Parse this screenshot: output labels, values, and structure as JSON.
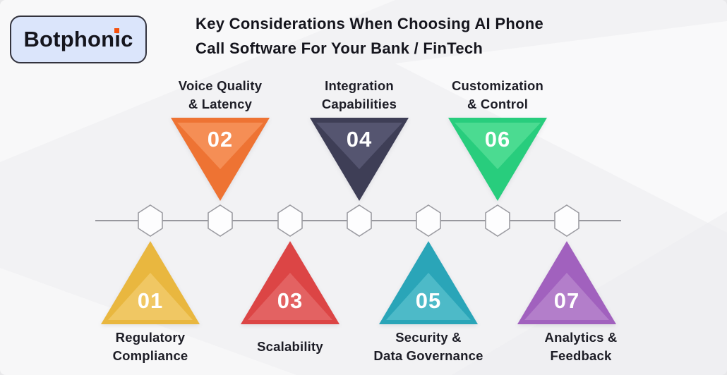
{
  "logo": {
    "text_before": "Botphon",
    "text_i": "i",
    "text_after": "c",
    "accent": "#f4500c"
  },
  "title": {
    "line1": "Key Considerations When Choosing AI Phone",
    "line2": "Call Software For Your Bank / FinTech"
  },
  "timeline": {
    "line_color": "#98989e",
    "hex_fill": "#fdfdfe",
    "hex_stroke": "#9c9ca2",
    "hexagon_count": 7
  },
  "items": [
    {
      "number": "01",
      "label_line1": "Regulatory",
      "label_line2": "Compliance",
      "position": "below",
      "color": "#e9b73f",
      "color_light": "#f0c763"
    },
    {
      "number": "02",
      "label_line1": "Voice Quality",
      "label_line2": "& Latency",
      "position": "above",
      "color": "#ee7333",
      "color_light": "#f58e55"
    },
    {
      "number": "03",
      "label_line1": "Scalability",
      "label_line2": "",
      "position": "below",
      "color": "#dc4545",
      "color_light": "#e36262"
    },
    {
      "number": "04",
      "label_line1": "Integration",
      "label_line2": "Capabilities",
      "position": "above",
      "color": "#3e3e56",
      "color_light": "#555570"
    },
    {
      "number": "05",
      "label_line1": "Security &",
      "label_line2": "Data Governance",
      "position": "below",
      "color": "#2aa5b8",
      "color_light": "#4dbac8"
    },
    {
      "number": "06",
      "label_line1": "Customization",
      "label_line2": "& Control",
      "position": "above",
      "color": "#28cd7d",
      "color_light": "#4bdb91"
    },
    {
      "number": "07",
      "label_line1": "Analytics &",
      "label_line2": "Feedback",
      "position": "below",
      "color": "#a161be",
      "color_light": "#b37eca"
    }
  ]
}
